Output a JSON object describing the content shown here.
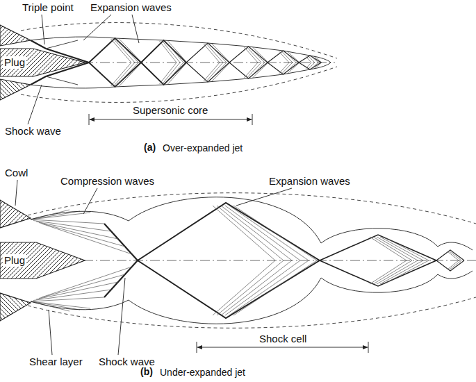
{
  "diagram": {
    "nodes": [
      {
        "text": [
          "Plug"
        ]
      },
      {
        "text": [
          "Plug"
        ]
      }
    ],
    "labels": [
      "Triple point",
      "Expansion waves",
      "Shock wave",
      "Supersonic core",
      "(a)",
      "Over-expanded jet",
      "Cowl",
      "Compression waves",
      "Expansion waves",
      "Shear layer",
      "Shock wave",
      "Shock cell",
      "(b)",
      "Under-expanded jet"
    ]
  }
}
